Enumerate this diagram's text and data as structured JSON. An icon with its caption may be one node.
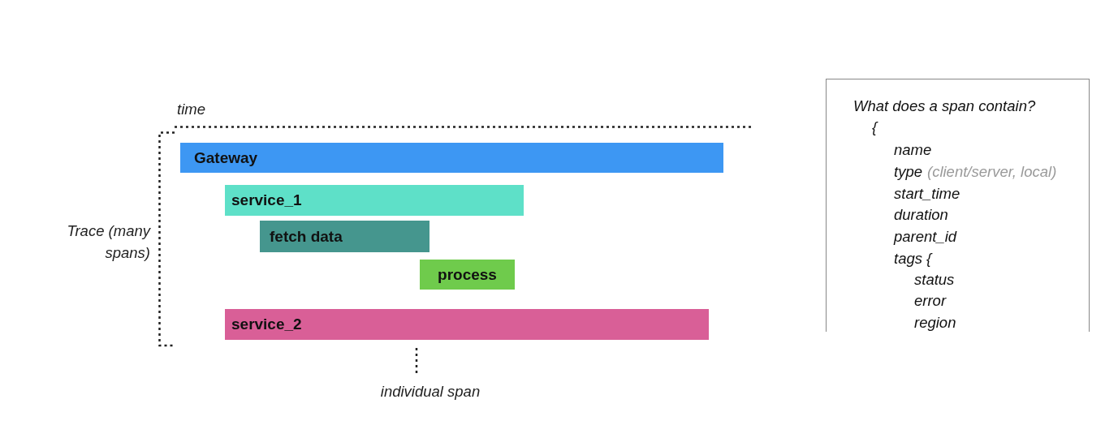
{
  "diagram": {
    "nodes": [
      {
        "text": [
          "Gateway"
        ]
      },
      {
        "text": [
          "service_1"
        ]
      },
      {
        "text": [
          "fetch data"
        ]
      },
      {
        "text": [
          "process"
        ]
      },
      {
        "text": [
          "service_2"
        ]
      },
      {
        "text": [
          "What does a span contain?",
          "{",
          "name",
          "type",
          "(client/server, local)",
          "start_time",
          "duration",
          "parent_id",
          "tags {",
          "status",
          "error",
          "region"
        ]
      },
      {
        "text": [
          "individual span"
        ]
      }
    ],
    "edges": [
      {
        "from": 6,
        "to": 4,
        "arrow": "none",
        "style": "dashed"
      }
    ],
    "labels": [
      "time",
      "Trace (many spans)"
    ]
  }
}
